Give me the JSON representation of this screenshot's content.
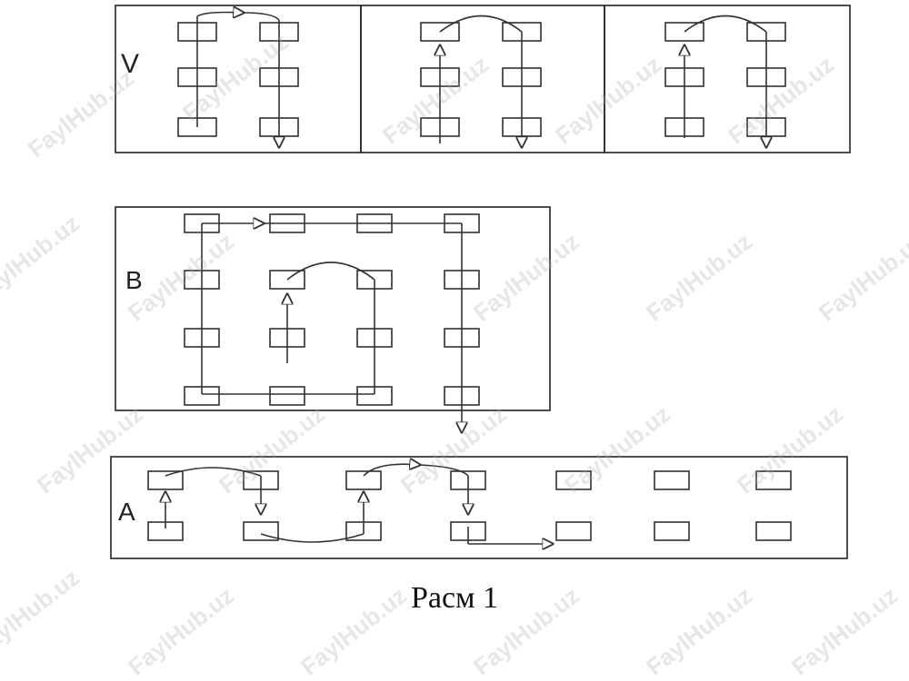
{
  "caption": "Расм 1",
  "panel_labels": {
    "v": "V",
    "b": "B",
    "a": "A"
  },
  "watermark": "FaylHub.uz",
  "colors": {
    "line": "#333333",
    "box": "#222222",
    "frame": "#222222",
    "watermark": "#aaaaaa"
  }
}
